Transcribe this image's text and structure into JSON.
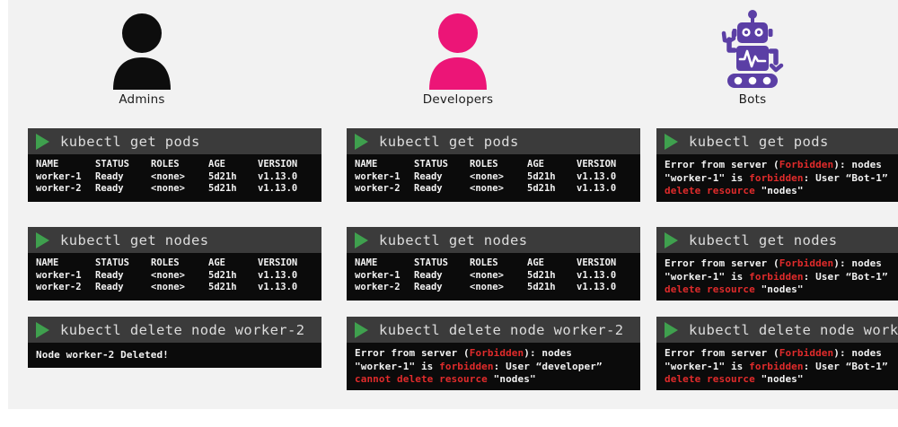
{
  "theme": {
    "page_bg": "#ffffff",
    "content_bg": "#f2f2f2",
    "title_bar": "#3b3b3b",
    "terminal_bg": "#0b0b0b",
    "prompt_green": "#3fa04e",
    "error_red": "#e02b2b",
    "admin_color": "#0d0d0d",
    "developer_color": "#ec1577",
    "bot_color": "#5b3fa5"
  },
  "personas": [
    {
      "id": "admins",
      "label": "Admins",
      "icon": "user-avatar-icon"
    },
    {
      "id": "developers",
      "label": "Developers",
      "icon": "user-avatar-icon"
    },
    {
      "id": "bots",
      "label": "Bots",
      "icon": "robot-icon"
    }
  ],
  "table_headers": [
    "NAME",
    "STATUS",
    "ROLES",
    "AGE",
    "VERSION"
  ],
  "node_rows": [
    [
      "worker-1",
      "Ready",
      "<none>",
      "5d21h",
      "v1.13.0"
    ],
    [
      "worker-2",
      "Ready",
      "<none>",
      "5d21h",
      "v1.13.0"
    ]
  ],
  "commands": {
    "get_pods": "kubectl get pods",
    "get_nodes": "kubectl get nodes",
    "delete_node": "kubectl delete node worker-2"
  },
  "outputs": {
    "delete_success": "Node worker-2 Deleted!",
    "forbidden_developer": {
      "l1_a": "Error from server (",
      "l1_b": "Forbidden",
      "l1_c": "): nodes",
      "l2_a": "\"worker-1\" is ",
      "l2_b": "forbidden",
      "l2_c": ": User “developer”",
      "l3_a": "cannot delete resource",
      "l3_b": " \"nodes\""
    },
    "forbidden_bot": {
      "l1_a": "Error from server (",
      "l1_b": "Forbidden",
      "l1_c": "): nodes",
      "l2_a": "\"worker-1\" is ",
      "l2_b": "forbidden",
      "l2_c": ": User “Bot-1”",
      "l3_a": "delete resource",
      "l3_b": " \"nodes\""
    }
  }
}
